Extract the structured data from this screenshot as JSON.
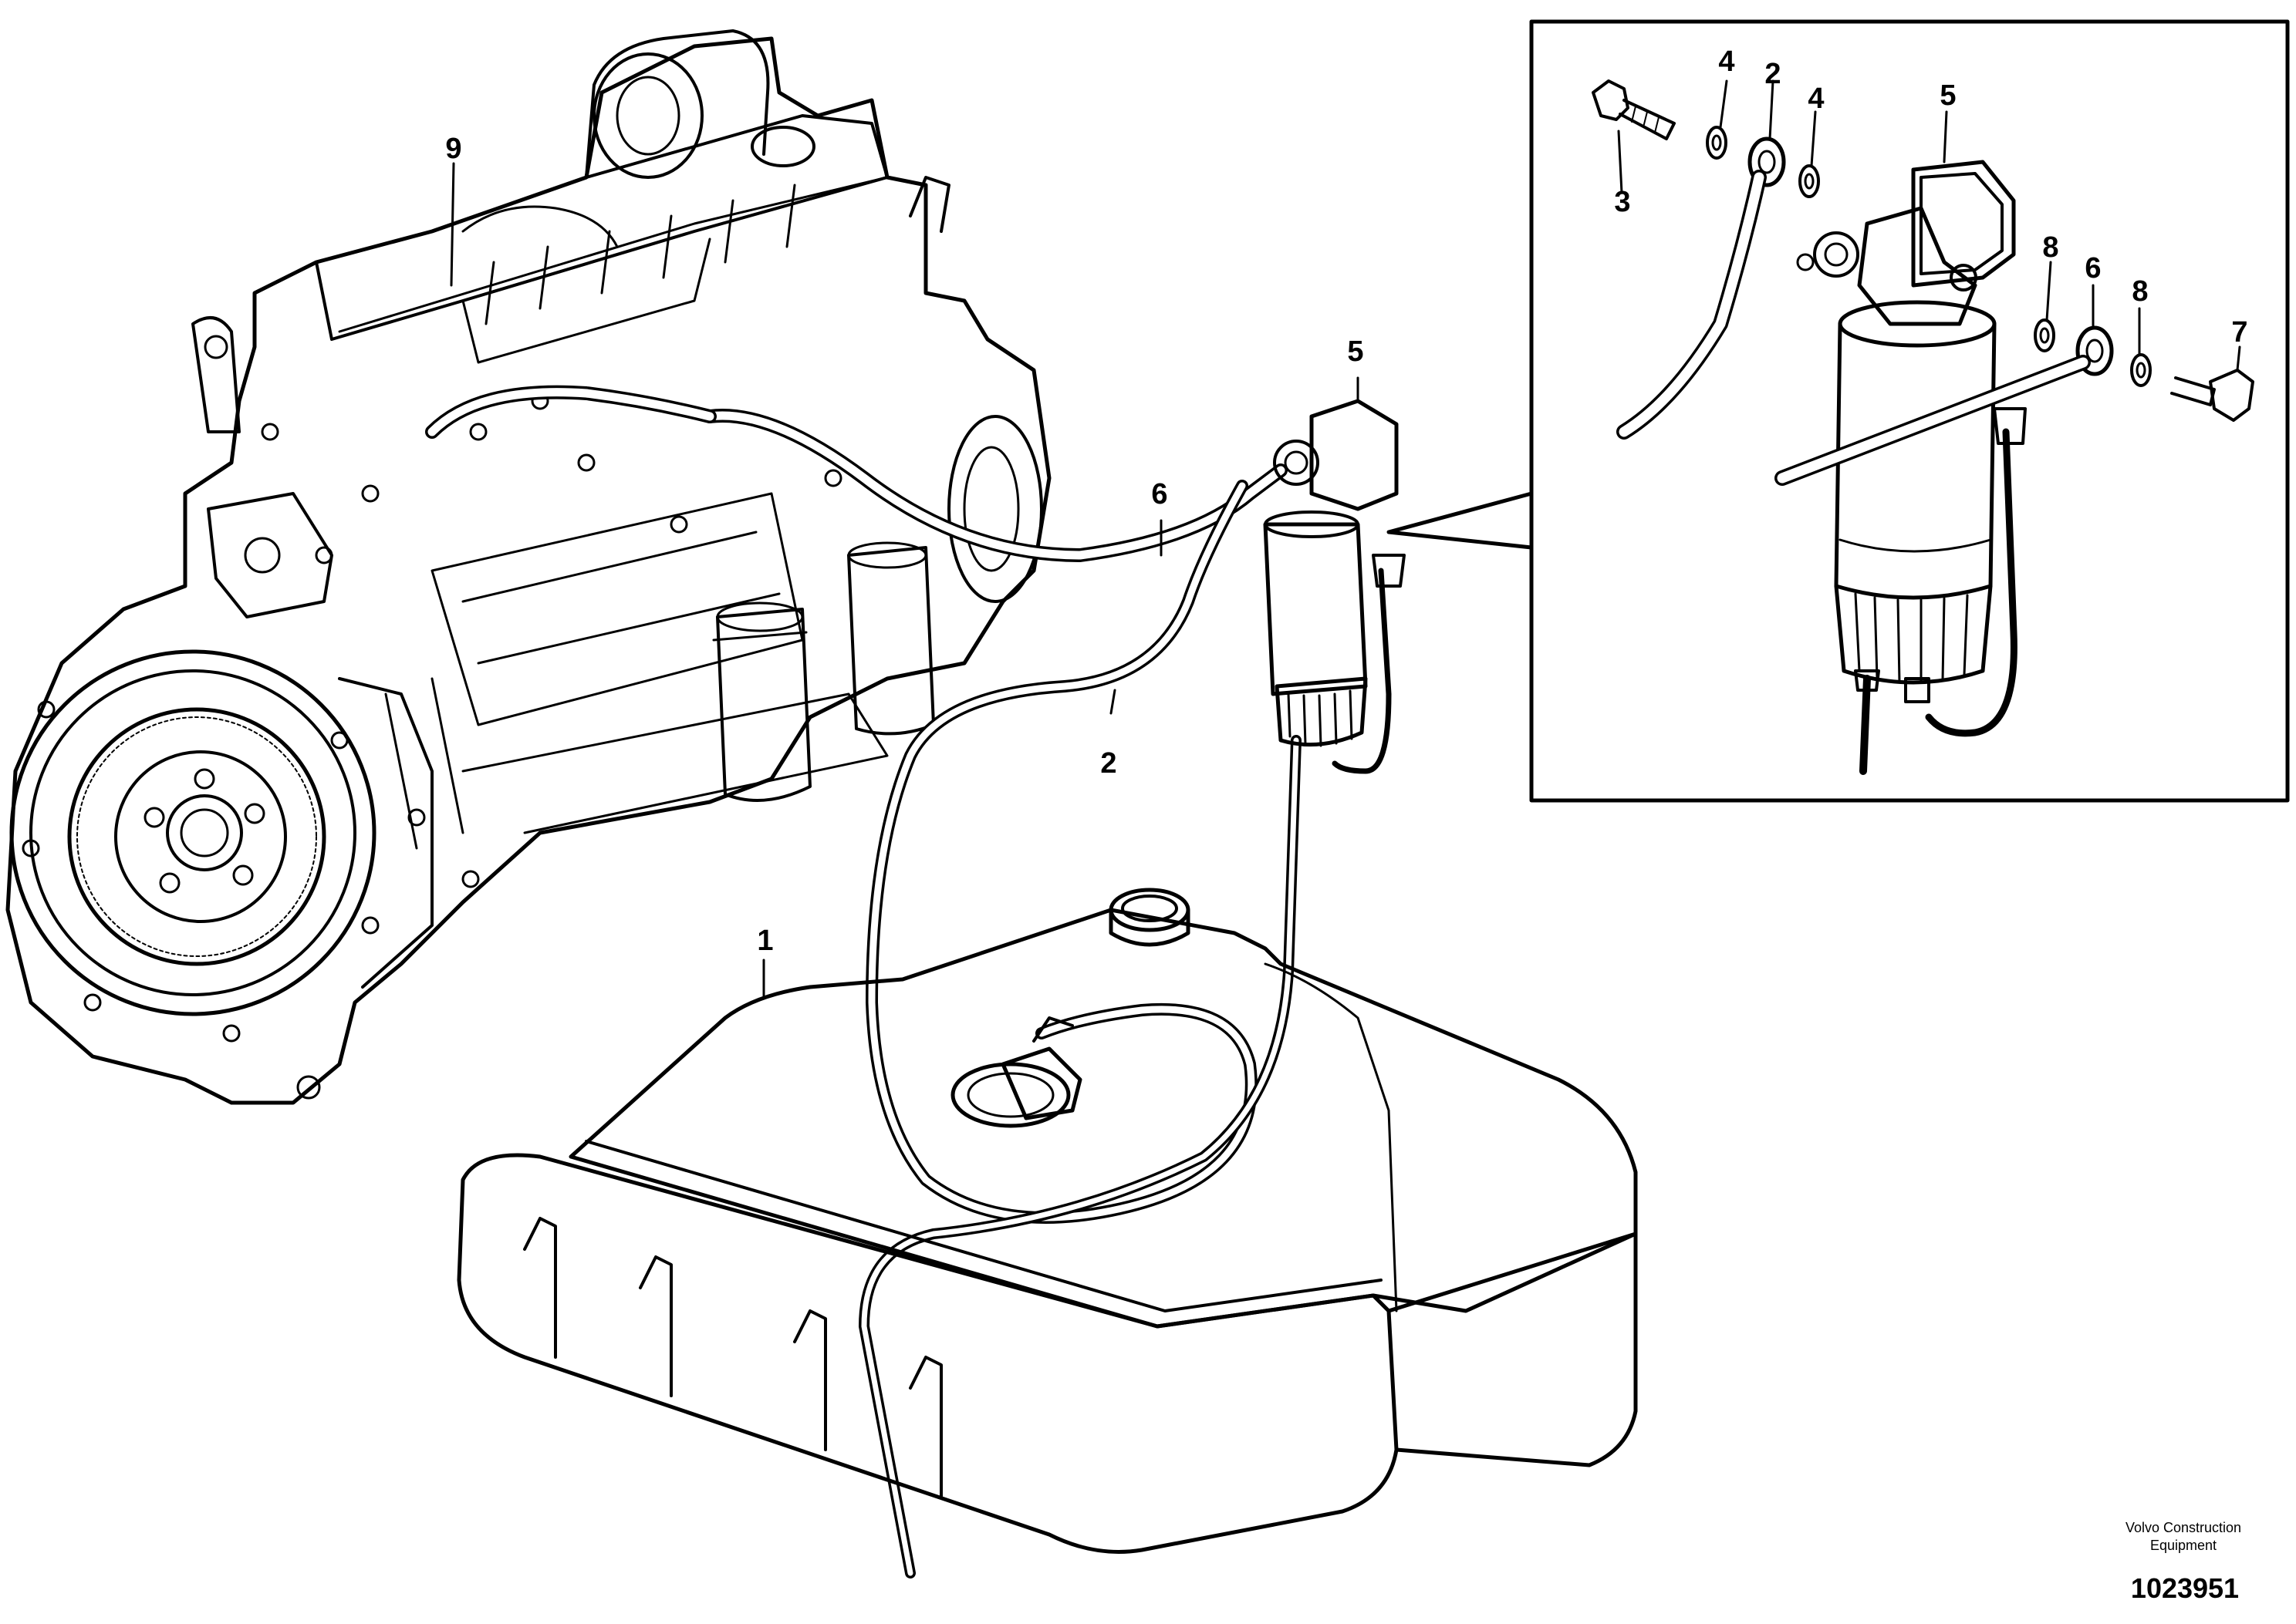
{
  "diagram": {
    "callouts": {
      "main_1": "1",
      "main_2": "2",
      "main_5": "5",
      "main_6": "6",
      "main_9": "9",
      "detail_2": "2",
      "detail_3": "3",
      "detail_4a": "4",
      "detail_4b": "4",
      "detail_5": "5",
      "detail_6": "6",
      "detail_7": "7",
      "detail_8a": "8",
      "detail_8b": "8"
    },
    "credit": {
      "line1": "Volvo Construction",
      "line2": "Equipment",
      "figure_number": "1023951"
    }
  }
}
